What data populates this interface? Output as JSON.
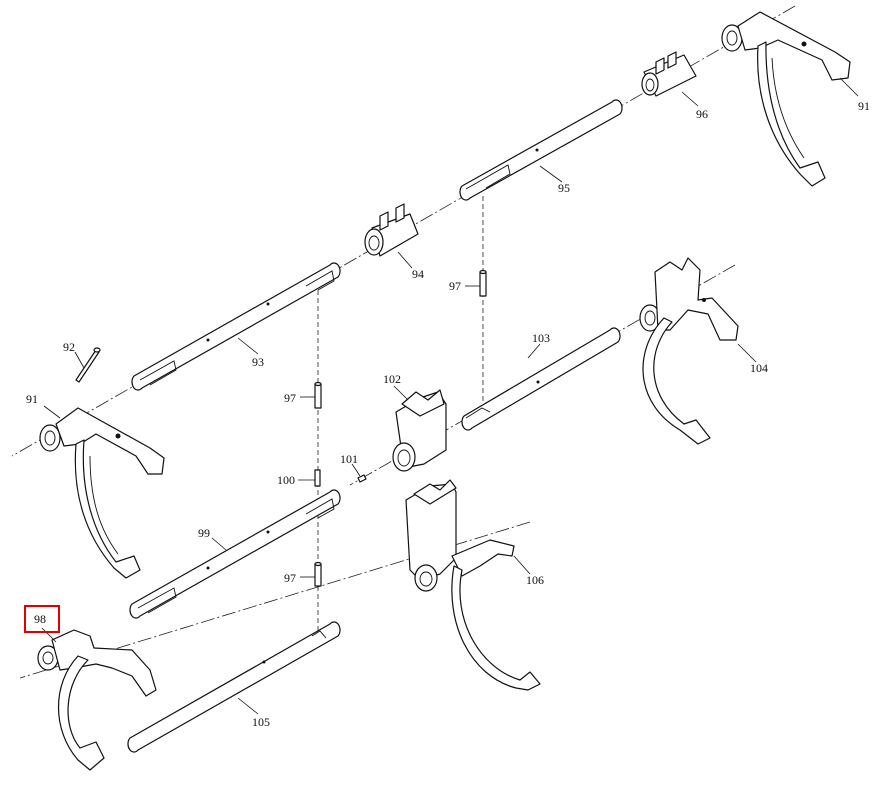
{
  "callouts": {
    "fork_91_top": "91",
    "fork_91_left": "91",
    "pin_92": "92",
    "rail_93": "93",
    "block_94": "94",
    "rail_95": "95",
    "block_96": "96",
    "pin_97_a": "97",
    "pin_97_b": "97",
    "pin_97_c": "97",
    "fork_98": "98",
    "rail_99": "99",
    "pin_100": "100",
    "pin_101": "101",
    "block_102": "102",
    "rail_103": "103",
    "fork_104": "104",
    "rail_105": "105",
    "fork_106": "106"
  },
  "highlight": {
    "label": "98",
    "color": "#e00000"
  }
}
